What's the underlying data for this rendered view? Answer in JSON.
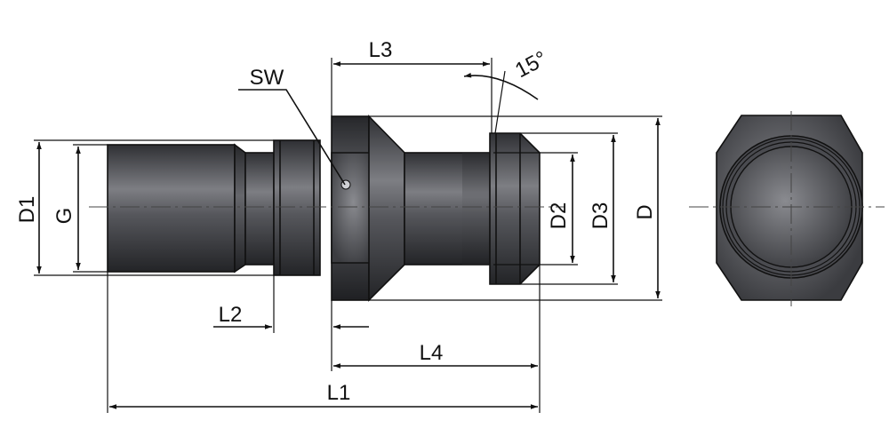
{
  "labels": {
    "l3": "L3",
    "sw": "SW",
    "angle": "15°",
    "d1": "D1",
    "g": "G",
    "d2": "D2",
    "d3": "D3",
    "d": "D",
    "l2": "L2",
    "l4": "L4",
    "l1": "L1"
  },
  "colors": {
    "metal_dark": "#3a3b3f",
    "metal_light": "#8d8e93",
    "line": "#111111",
    "background": "#ffffff"
  }
}
